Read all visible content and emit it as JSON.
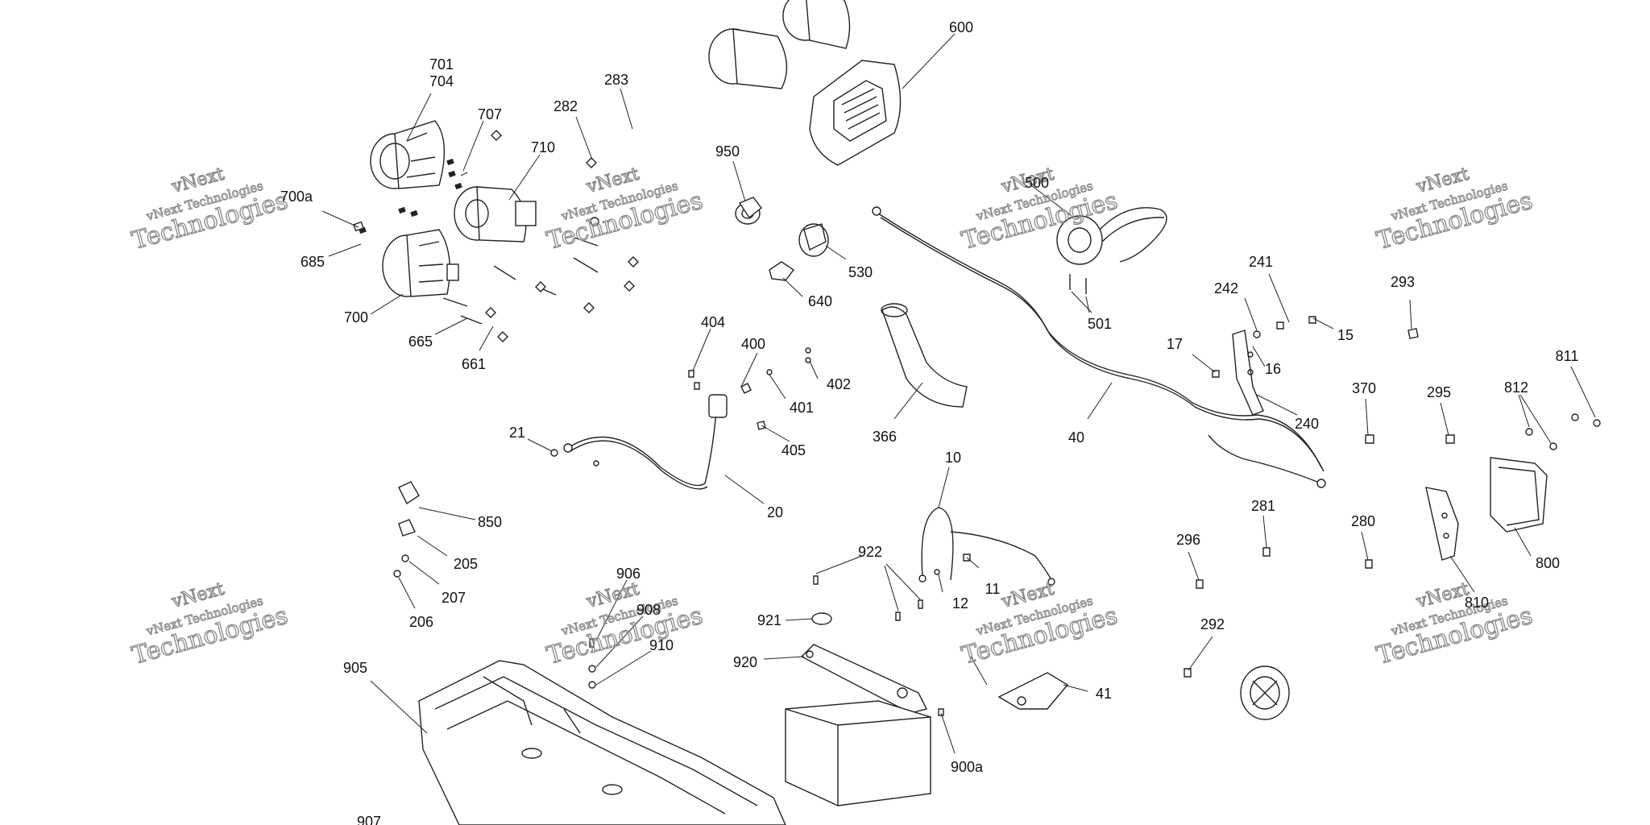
{
  "diagram": {
    "callouts": [
      "701",
      "704",
      "707",
      "710",
      "700a",
      "685",
      "700",
      "665",
      "661",
      "282",
      "283",
      "950",
      "600",
      "530",
      "640",
      "500",
      "501",
      "241",
      "242",
      "15",
      "16",
      "17",
      "293",
      "811",
      "812",
      "370",
      "295",
      "240",
      "404",
      "400",
      "402",
      "401",
      "405",
      "21",
      "20",
      "366",
      "40",
      "10",
      "922",
      "921",
      "920",
      "906",
      "908",
      "910",
      "905",
      "907",
      "11",
      "12",
      "900a",
      "41",
      "850",
      "205",
      "207",
      "206",
      "296",
      "281",
      "280",
      "292",
      "810",
      "800"
    ],
    "watermark": {
      "line1": "vNext",
      "line2": "vNext Technologies",
      "line3": "Technologies"
    }
  }
}
